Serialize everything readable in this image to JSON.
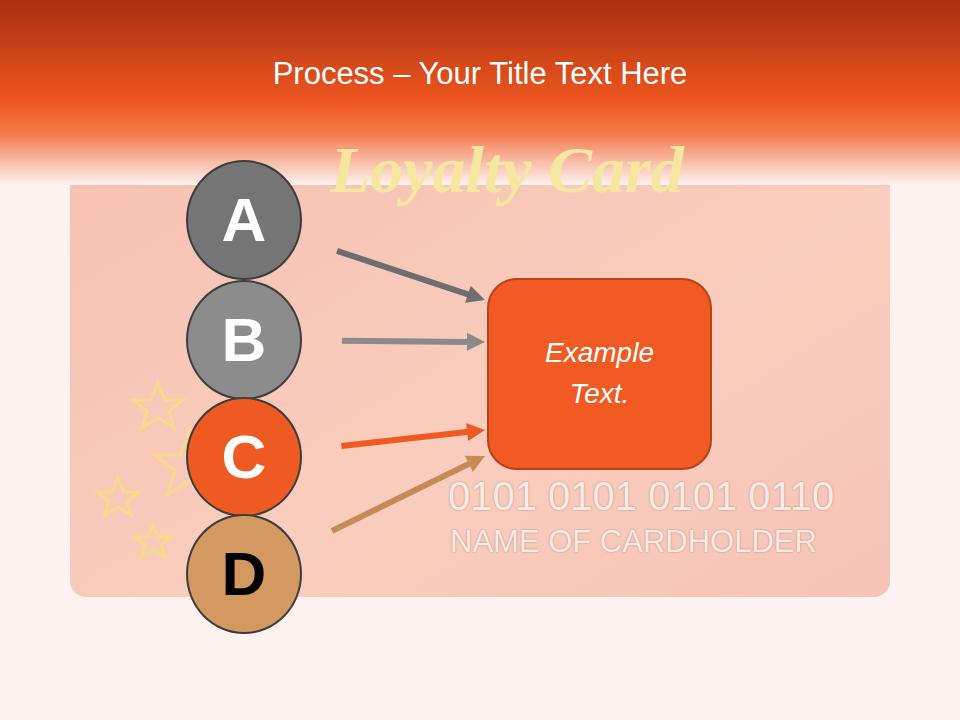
{
  "diagram": {
    "title": "Process – Your Title Text Here",
    "nodes": [
      {
        "text": [
          "A"
        ]
      },
      {
        "text": [
          "B"
        ]
      },
      {
        "text": [
          "C"
        ]
      },
      {
        "text": [
          "D"
        ]
      },
      {
        "text": [
          "Example Text."
        ]
      }
    ],
    "edges": [
      {
        "from": 0,
        "to": 4,
        "arrow": "to"
      },
      {
        "from": 1,
        "to": 4,
        "arrow": "to"
      },
      {
        "from": 2,
        "to": 4,
        "arrow": "to"
      },
      {
        "from": 3,
        "to": 4,
        "arrow": "to"
      }
    ],
    "labels": [
      "Loyalty Card",
      "0101 0101 0101 0110",
      "NAME OF CARDHOLDER"
    ]
  }
}
